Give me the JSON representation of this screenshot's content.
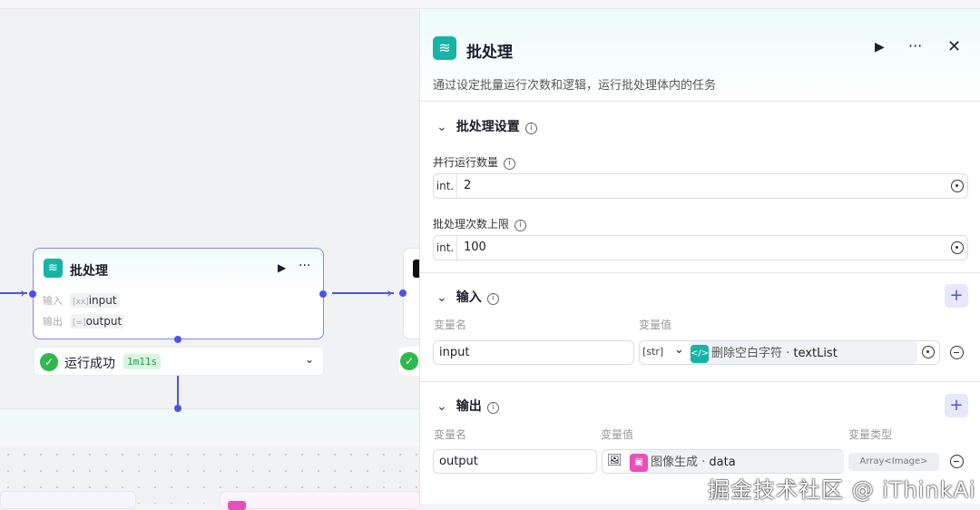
{
  "canvas": {
    "node": {
      "title": "批处理",
      "input_label": "输入",
      "input_var": "input",
      "output_label": "输出",
      "output_var": "output"
    },
    "status": {
      "text": "运行成功",
      "duration": "1m11s"
    }
  },
  "panel": {
    "title": "批处理",
    "description": "通过设定批量运行次数和逻辑，运行批处理体内的任务",
    "settings": {
      "heading": "批处理设置",
      "parallel": {
        "label": "并行运行数量",
        "type": "int.",
        "value": "2"
      },
      "limit": {
        "label": "批处理次数上限",
        "type": "int.",
        "value": "100"
      }
    },
    "input": {
      "heading": "输入",
      "col_name": "变量名",
      "col_value": "变量值",
      "rows": [
        {
          "name": "input",
          "type": "[str]",
          "source": "删除空白字符",
          "field": "textList"
        }
      ]
    },
    "output": {
      "heading": "输出",
      "col_name": "变量名",
      "col_value": "变量值",
      "col_type": "变量类型",
      "rows": [
        {
          "name": "output",
          "source": "图像生成",
          "field": "data",
          "type": "Array<Image>"
        }
      ]
    }
  },
  "watermark": "掘金技术社区 @ iThinkAi",
  "colors": {
    "accent": "#4d53e8",
    "teal": "#17b3a5",
    "success": "#2fb84e",
    "image_node": "#e84fb8"
  }
}
